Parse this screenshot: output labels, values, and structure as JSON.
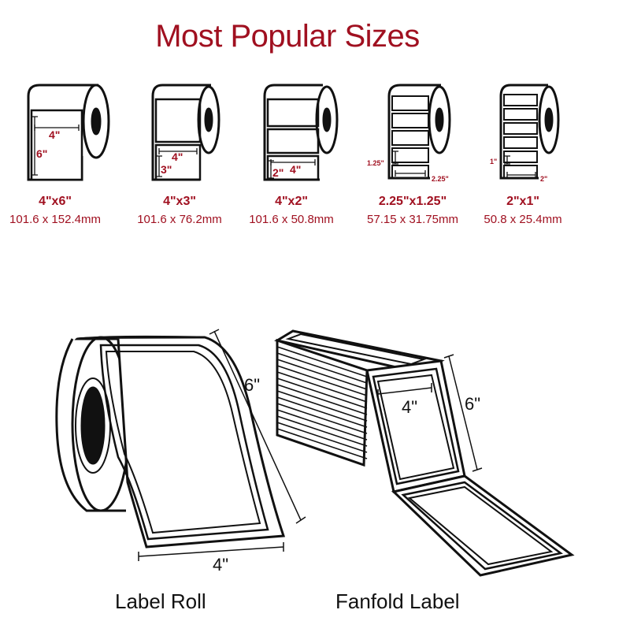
{
  "title": "Most Popular Sizes",
  "colors": {
    "accent": "#a01020",
    "line": "#111111"
  },
  "sizes": [
    {
      "inner_w": "4\"",
      "inner_h": "6\"",
      "label": "4\"x6\"",
      "metric": "101.6 x 152.4mm"
    },
    {
      "inner_w": "4\"",
      "inner_h": "3\"",
      "label": "4\"x3\"",
      "metric": "101.6 x 76.2mm"
    },
    {
      "inner_w": "4\"",
      "inner_h": "2\"",
      "label": "4\"x2\"",
      "metric": "101.6 x 50.8mm"
    },
    {
      "inner_w": "2.25\"",
      "inner_h": "1.25\"",
      "label": "2.25\"x1.25\"",
      "metric": "57.15 x 31.75mm"
    },
    {
      "inner_w": "2\"",
      "inner_h": "1\"",
      "label": "2\"x1\"",
      "metric": "50.8 x 25.4mm"
    }
  ],
  "label_roll": {
    "caption": "Label Roll",
    "height_dim": "6\"",
    "width_dim": "4\""
  },
  "fanfold": {
    "caption": "Fanfold Label",
    "width_dim": "4\"",
    "height_dim": "6\""
  }
}
